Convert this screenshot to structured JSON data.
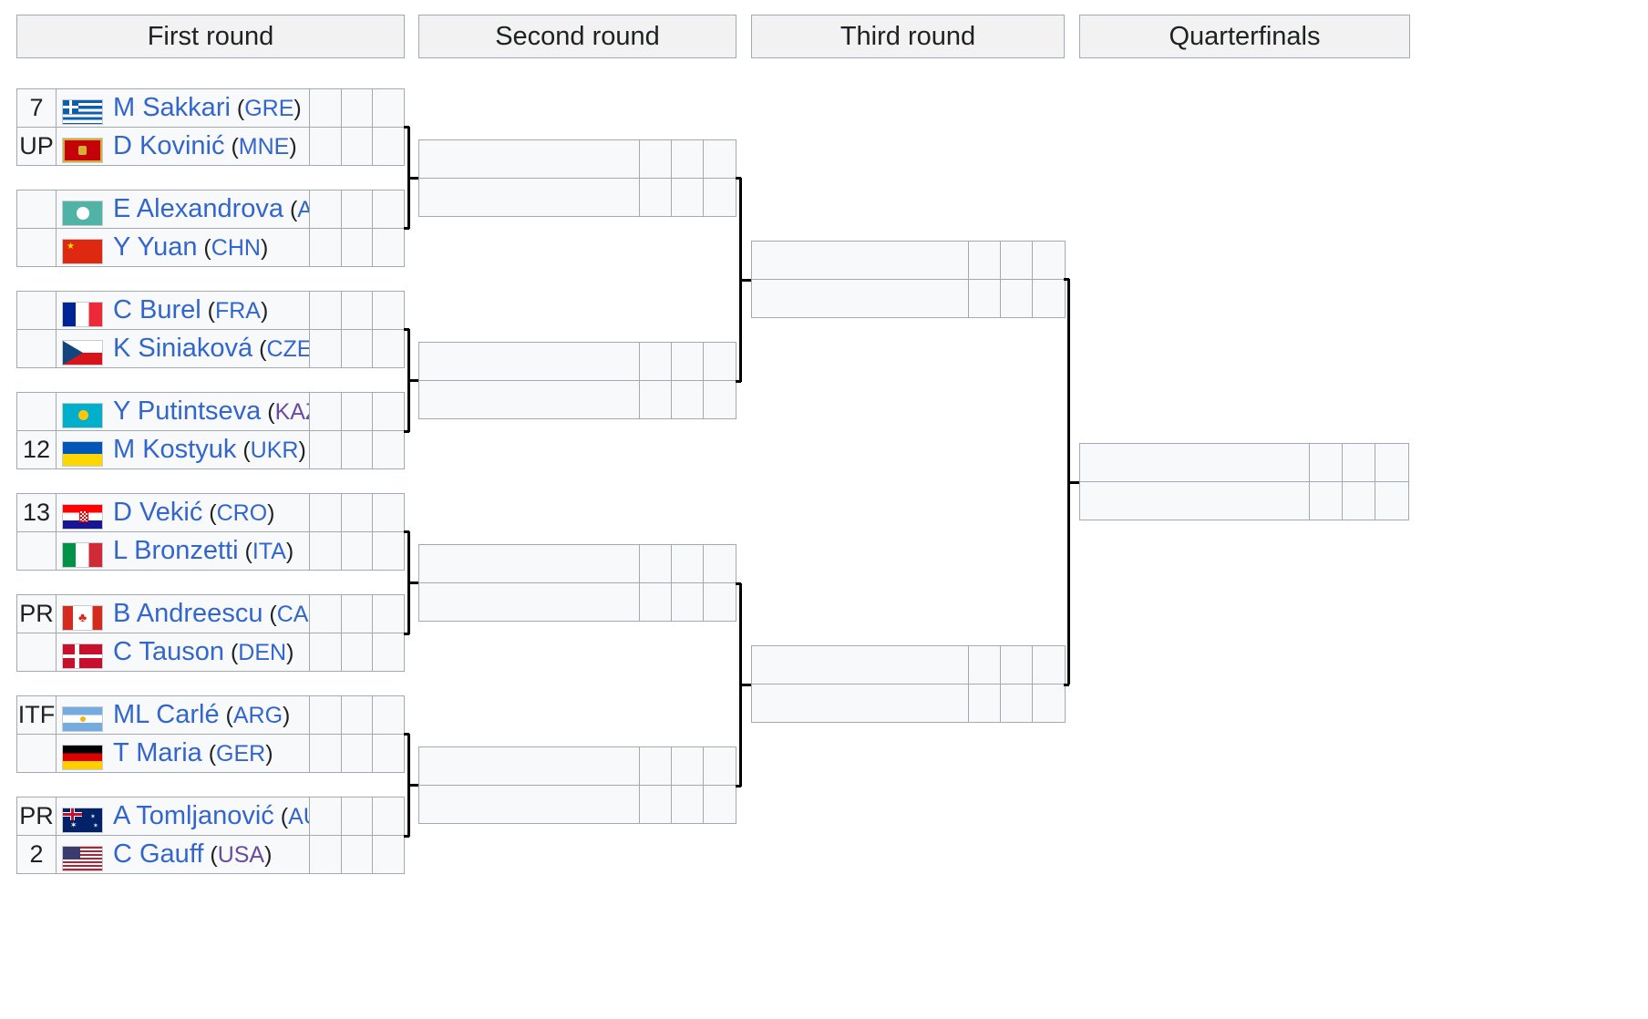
{
  "rounds": [
    "First round",
    "Second round",
    "Third round",
    "Quarterfinals"
  ],
  "first_round": [
    {
      "seed": "7",
      "name": "M Sakkari",
      "country": "GRE",
      "flag": "greece-flag-icon"
    },
    {
      "seed": "UP",
      "name": "D Kovinić",
      "country": "MNE",
      "flag": "montenegro-flag-icon"
    },
    {
      "seed": "",
      "name": "E Alexandrova",
      "country": "AIN",
      "flag": "ain-flag-icon"
    },
    {
      "seed": "",
      "name": "Y Yuan",
      "country": "CHN",
      "flag": "china-flag-icon"
    },
    {
      "seed": "",
      "name": "C Burel",
      "country": "FRA",
      "flag": "france-flag-icon"
    },
    {
      "seed": "",
      "name": "K Siniaková",
      "country": "CZE",
      "flag": "czech-flag-icon"
    },
    {
      "seed": "",
      "name": "Y Putintseva",
      "country": "KAZ",
      "flag": "kazakhstan-flag-icon",
      "visited": true
    },
    {
      "seed": "12",
      "name": "M Kostyuk",
      "country": "UKR",
      "flag": "ukraine-flag-icon"
    },
    {
      "seed": "13",
      "name": "D Vekić",
      "country": "CRO",
      "flag": "croatia-flag-icon"
    },
    {
      "seed": "",
      "name": "L Bronzetti",
      "country": "ITA",
      "flag": "italy-flag-icon"
    },
    {
      "seed": "PR",
      "name": "B Andreescu",
      "country": "CAN",
      "flag": "canada-flag-icon"
    },
    {
      "seed": "",
      "name": "C Tauson",
      "country": "DEN",
      "flag": "denmark-flag-icon"
    },
    {
      "seed": "ITF",
      "name": "ML Carlé",
      "country": "ARG",
      "flag": "argentina-flag-icon"
    },
    {
      "seed": "",
      "name": "T Maria",
      "country": "GER",
      "flag": "germany-flag-icon"
    },
    {
      "seed": "PR",
      "name": "A Tomljanović",
      "country": "AUS",
      "flag": "australia-flag-icon"
    },
    {
      "seed": "2",
      "name": "C Gauff",
      "country": "USA",
      "flag": "usa-flag-icon",
      "visited": true
    }
  ],
  "colors": {
    "link": "#3366cc",
    "visited": "#6b4ba1",
    "cell_bg": "#f8f9fa",
    "header_bg": "#f2f2f2",
    "border": "#a2a9b1"
  }
}
